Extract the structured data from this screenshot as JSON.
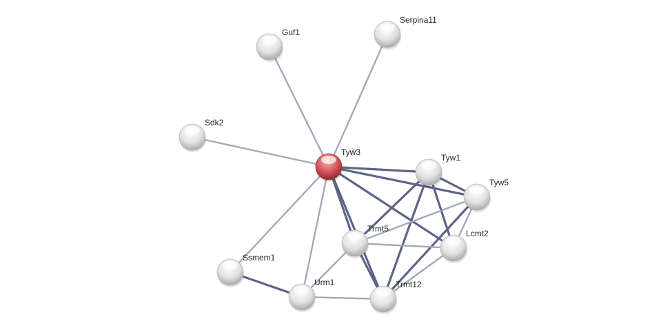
{
  "network": {
    "colors": {
      "query_node": "#d9575c",
      "node": "#e4e4e4",
      "edge_strong": "#5d6485",
      "edge_weak": "#a3a8bd"
    },
    "nodes": [
      {
        "id": "Guf1",
        "label": "Guf1",
        "query": false
      },
      {
        "id": "Serpina11",
        "label": "Serpina11",
        "query": false
      },
      {
        "id": "Sdk2",
        "label": "Sdk2",
        "query": false
      },
      {
        "id": "Tyw3",
        "label": "Tyw3",
        "query": true
      },
      {
        "id": "Tyw1",
        "label": "Tyw1",
        "query": false
      },
      {
        "id": "Tyw5",
        "label": "Tyw5",
        "query": false
      },
      {
        "id": "Trmt5",
        "label": "Trmt5",
        "query": false
      },
      {
        "id": "Lcmt2",
        "label": "Lcmt2",
        "query": false
      },
      {
        "id": "Ssmem1",
        "label": "Ssmem1",
        "query": false
      },
      {
        "id": "Urm1",
        "label": "Urm1",
        "query": false
      },
      {
        "id": "Trmt12",
        "label": "Trmt12",
        "query": false
      }
    ],
    "edges": [
      {
        "a": "Tyw3",
        "b": "Guf1",
        "strength": "weak"
      },
      {
        "a": "Tyw3",
        "b": "Serpina11",
        "strength": "weak"
      },
      {
        "a": "Tyw3",
        "b": "Sdk2",
        "strength": "weak"
      },
      {
        "a": "Tyw3",
        "b": "Tyw1",
        "strength": "strong"
      },
      {
        "a": "Tyw3",
        "b": "Tyw5",
        "strength": "strong"
      },
      {
        "a": "Tyw3",
        "b": "Lcmt2",
        "strength": "strong"
      },
      {
        "a": "Tyw3",
        "b": "Trmt5",
        "strength": "strong"
      },
      {
        "a": "Tyw3",
        "b": "Trmt12",
        "strength": "strong"
      },
      {
        "a": "Tyw3",
        "b": "Ssmem1",
        "strength": "weak"
      },
      {
        "a": "Tyw3",
        "b": "Urm1",
        "strength": "weak"
      },
      {
        "a": "Tyw1",
        "b": "Tyw5",
        "strength": "strong"
      },
      {
        "a": "Tyw1",
        "b": "Trmt5",
        "strength": "strong"
      },
      {
        "a": "Tyw1",
        "b": "Lcmt2",
        "strength": "strong"
      },
      {
        "a": "Tyw1",
        "b": "Trmt12",
        "strength": "strong"
      },
      {
        "a": "Tyw5",
        "b": "Trmt5",
        "strength": "weak"
      },
      {
        "a": "Tyw5",
        "b": "Lcmt2",
        "strength": "weak"
      },
      {
        "a": "Tyw5",
        "b": "Trmt12",
        "strength": "strong"
      },
      {
        "a": "Trmt5",
        "b": "Lcmt2",
        "strength": "weak"
      },
      {
        "a": "Trmt5",
        "b": "Urm1",
        "strength": "weak"
      },
      {
        "a": "Trmt5",
        "b": "Trmt12",
        "strength": "strong"
      },
      {
        "a": "Lcmt2",
        "b": "Trmt12",
        "strength": "weak"
      },
      {
        "a": "Ssmem1",
        "b": "Urm1",
        "strength": "strong"
      },
      {
        "a": "Urm1",
        "b": "Trmt12",
        "strength": "weak"
      }
    ]
  }
}
